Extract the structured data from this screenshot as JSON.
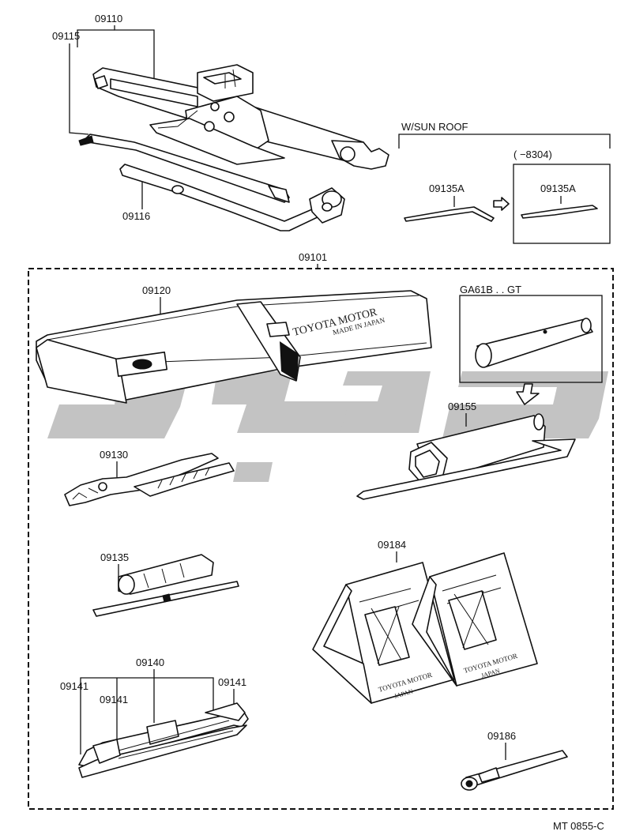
{
  "parts": {
    "jack": "09110",
    "jack_handle_bar": "09115",
    "jack_handle": "09116",
    "sunroof_tool_left": "09135A",
    "sunroof_tool_right": "09135A",
    "tool_set": "09101",
    "tool_bag": "09120",
    "pliers": "09130",
    "plug_wrench": "09155",
    "screwdriver": "09135",
    "wrench_set": "09140",
    "wrench_left_outer": "09141",
    "wrench_left_inner": "09141",
    "wrench_right": "09141",
    "wheel_chocks": "09184",
    "tool_09186": "09186"
  },
  "annotations": {
    "sun_roof": "W/SUN ROOF",
    "date_range": "(        −8304)",
    "model_range": "GA61B . . GT"
  },
  "stamps": {
    "bag_line1": "TOYOTA MOTOR",
    "bag_line2": "MADE IN JAPAN",
    "chock_line1": "TOYOTA MOTOR",
    "chock_line2": "JAPAN"
  },
  "figure_code": "MT  0855-C",
  "watermark": {
    "color": "#bdbdbd"
  }
}
